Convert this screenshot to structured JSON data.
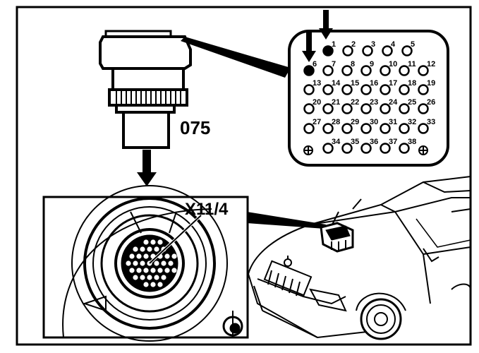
{
  "labels": {
    "adapter_number": "075",
    "connector_name": "X11/4"
  },
  "connector_pins": [
    {
      "n": "1"
    },
    {
      "n": "2"
    },
    {
      "n": "3"
    },
    {
      "n": "4"
    },
    {
      "n": "5"
    },
    {
      "n": "6"
    },
    {
      "n": "7"
    },
    {
      "n": "8"
    },
    {
      "n": "9"
    },
    {
      "n": "10"
    },
    {
      "n": "11"
    },
    {
      "n": "12"
    },
    {
      "n": "13"
    },
    {
      "n": "14"
    },
    {
      "n": "15"
    },
    {
      "n": "16"
    },
    {
      "n": "17"
    },
    {
      "n": "18"
    },
    {
      "n": "19"
    },
    {
      "n": "20"
    },
    {
      "n": "21"
    },
    {
      "n": "22"
    },
    {
      "n": "23"
    },
    {
      "n": "24"
    },
    {
      "n": "25"
    },
    {
      "n": "26"
    },
    {
      "n": "27"
    },
    {
      "n": "28"
    },
    {
      "n": "29"
    },
    {
      "n": "30"
    },
    {
      "n": "31"
    },
    {
      "n": "32"
    },
    {
      "n": "33"
    },
    {
      "n": "34"
    },
    {
      "n": "35"
    },
    {
      "n": "36"
    },
    {
      "n": "37"
    },
    {
      "n": "38"
    }
  ],
  "highlighted_pins": [
    "1",
    "6"
  ],
  "colors": {
    "ink": "#000000",
    "paper": "#ffffff"
  }
}
